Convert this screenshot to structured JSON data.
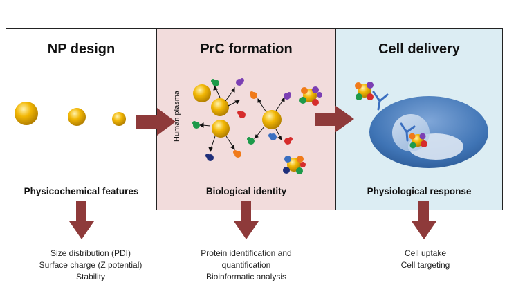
{
  "panels": [
    {
      "title": "NP design",
      "footer": "Physicochemical features"
    },
    {
      "title": "PrC formation",
      "footer": "Biological identity",
      "side_label": "Human plasma"
    },
    {
      "title": "Cell delivery",
      "footer": "Physiological response"
    }
  ],
  "descriptions": [
    [
      "Size distribution (PDI)",
      "Surface charge (Z potential)",
      "Stability"
    ],
    [
      "Protein identification and",
      "quantification",
      "Bioinformatic analysis"
    ],
    [
      "Cell uptake",
      "Cell targeting"
    ]
  ],
  "colors": {
    "nanoparticle": "#f2b705",
    "arrow": "#8e3a3a",
    "panel_np": "#ffffff",
    "panel_prc": "#f2dcdc",
    "panel_cell": "#dcedf3",
    "cell": "#3f74b5",
    "receptor": "#3b6fc0",
    "protein_green": "#1d9a4a",
    "protein_red": "#d62c2c",
    "protein_purple": "#7b3fb3",
    "protein_orange": "#f07a1a",
    "protein_blue": "#1f2f7a"
  }
}
